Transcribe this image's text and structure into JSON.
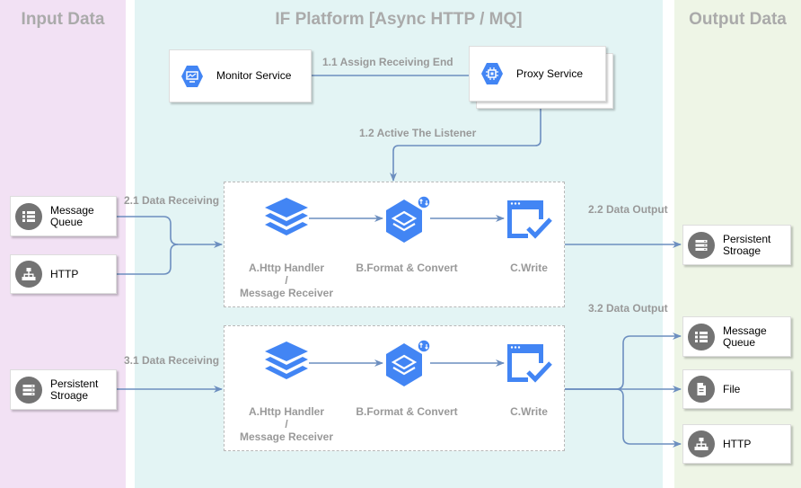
{
  "lanes": {
    "input": {
      "title": "Input Data"
    },
    "platform": {
      "title": "IF Platform [Async HTTP / MQ]"
    },
    "output": {
      "title": "Output Data"
    }
  },
  "services": {
    "monitor": {
      "label": "Monitor Service",
      "icon": "monitor-icon"
    },
    "proxy": {
      "label": "Proxy Service",
      "icon": "chip-icon"
    }
  },
  "edges": {
    "assign": "1.1 Assign Receiving End",
    "listener": "1.2 Active The Listener",
    "receiving1": "2.1 Data Receiving",
    "output1": "2.2 Data  Output",
    "receiving2": "3.1 Data Receiving",
    "output2": "3.2 Data  Output"
  },
  "inputs": {
    "mq": {
      "line1": "Message",
      "line2": "Queue",
      "icon": "list-icon"
    },
    "http": {
      "line1": "HTTP",
      "icon": "sitemap-icon"
    },
    "storage": {
      "line1": "Persistent",
      "line2": "Stroage",
      "icon": "storage-icon"
    }
  },
  "outputs": {
    "storage": {
      "line1": "Persistent",
      "line2": "Stroage",
      "icon": "storage-icon"
    },
    "mq": {
      "line1": "Message",
      "line2": "Queue",
      "icon": "list-icon"
    },
    "file": {
      "line1": "File",
      "icon": "file-icon"
    },
    "http": {
      "line1": "HTTP",
      "icon": "sitemap-icon"
    }
  },
  "stages": {
    "a_line1": "A.Http Handler",
    "a_line2": "/",
    "a_line3": "Message Receiver",
    "b": "B.Format & Convert",
    "c": "C.Write"
  },
  "colors": {
    "input_lane": "#f2e1f4",
    "platform_lane": "#e3f4f4",
    "output_lane": "#eef5e6",
    "wire": "#6c8ebf",
    "icon_blue": "#4285f4"
  }
}
